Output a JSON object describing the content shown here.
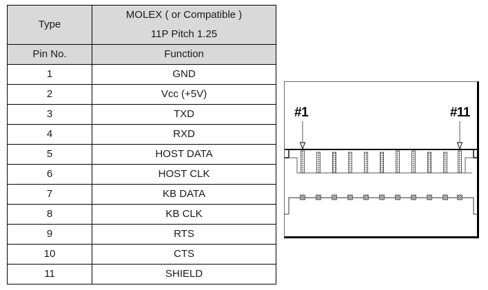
{
  "table": {
    "type_label": "Type",
    "type_value_line1": "MOLEX ( or Compatible )",
    "type_value_line2": "11P Pitch 1.25",
    "header_pin": "Pin No.",
    "header_function": "Function",
    "rows": [
      {
        "pin": "1",
        "function": "GND"
      },
      {
        "pin": "2",
        "function": "Vcc (+5V)"
      },
      {
        "pin": "3",
        "function": "TXD"
      },
      {
        "pin": "4",
        "function": "RXD"
      },
      {
        "pin": "5",
        "function": "HOST DATA"
      },
      {
        "pin": "6",
        "function": "HOST CLK"
      },
      {
        "pin": "7",
        "function": "KB DATA"
      },
      {
        "pin": "8",
        "function": "KB CLK"
      },
      {
        "pin": "9",
        "function": "RTS"
      },
      {
        "pin": "10",
        "function": "CTS"
      },
      {
        "pin": "11",
        "function": "SHIELD"
      }
    ]
  },
  "connector": {
    "first_pin_label": "#1",
    "last_pin_label": "#11",
    "pin_count": 11
  },
  "colors": {
    "header_fill": "#d9d9d9",
    "border": "#000000",
    "panel_border": "#6b6b6b",
    "drawing_line": "#000000",
    "pin_hatch": "#555555",
    "background": "#ffffff"
  }
}
